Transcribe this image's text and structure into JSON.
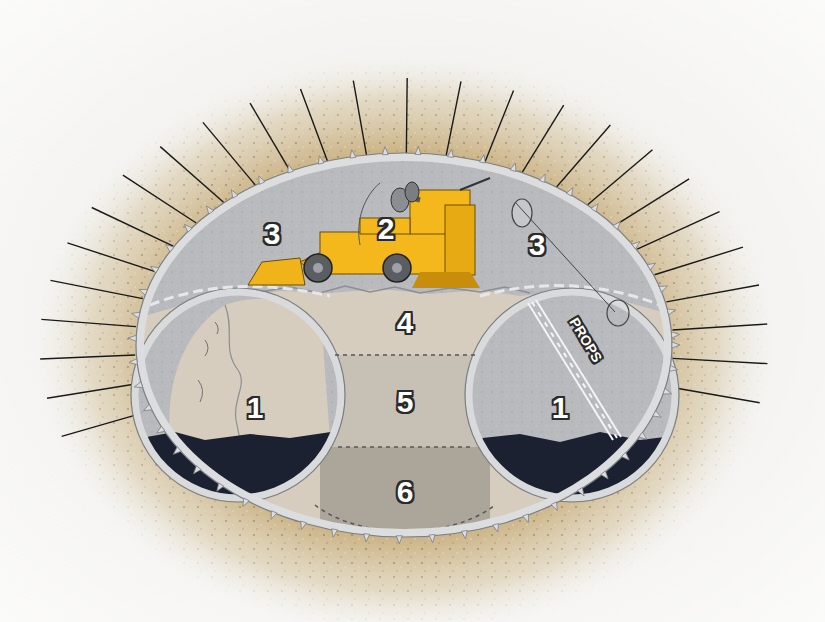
{
  "diagram": {
    "labels": [
      "3",
      "2",
      "3",
      "4",
      "1",
      "5",
      "1",
      "PROPS",
      "6"
    ]
  }
}
